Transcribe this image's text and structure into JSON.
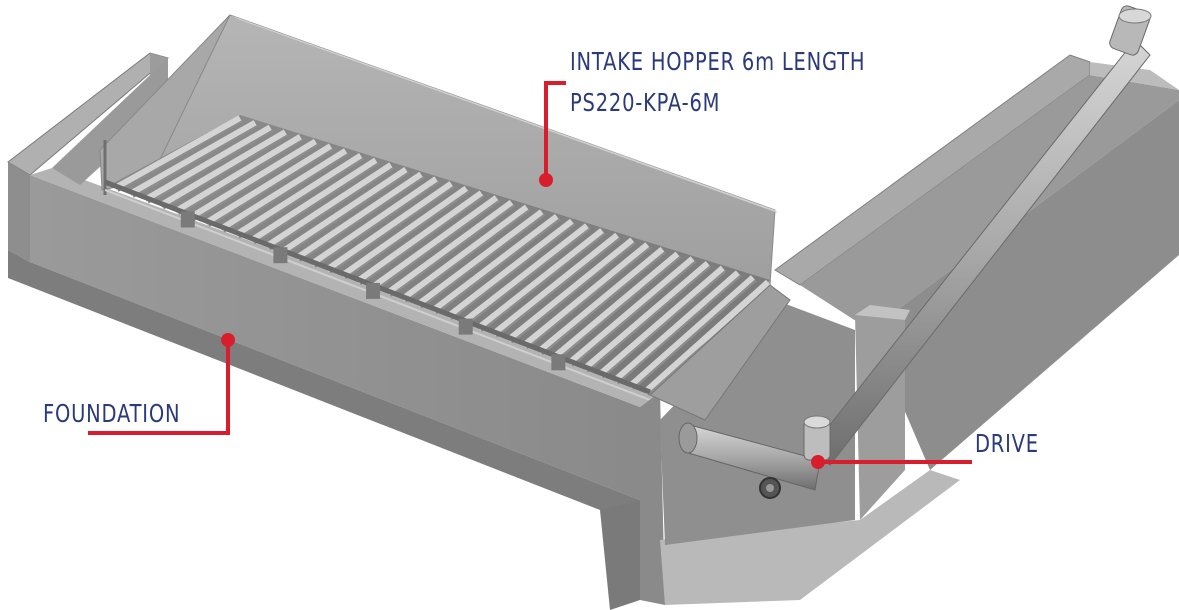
{
  "callouts": {
    "hopper_line1": "INTAKE HOPPER 6m LENGTH",
    "hopper_line2": "PS220-KPA-6M",
    "foundation": "FOUNDATION",
    "drive": "DRIVE"
  },
  "colors": {
    "label_text": "#2b3a7a",
    "leader_line": "#d81e2c",
    "concrete_light": "#a4a4a4",
    "concrete_dark": "#6f6f6f",
    "grate": "#c9c9c9"
  }
}
